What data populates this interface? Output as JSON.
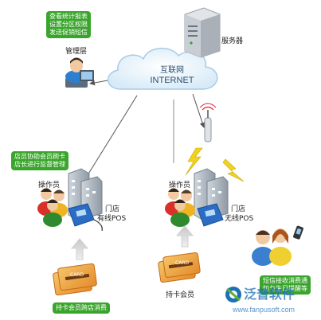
{
  "management": {
    "bubble_lines": [
      "查看统计报表",
      "设置分区权限",
      "发送促销短信"
    ],
    "label": "管理层"
  },
  "server": {
    "label": "服务器"
  },
  "internet": {
    "line1": "互联网",
    "line2": "INTERNET"
  },
  "store_left": {
    "bubble_lines": [
      "店员协助会员刷卡",
      "店长进行监督管理"
    ],
    "operator_label": "操作员",
    "store_label": "门店",
    "pos_label": "有线POS",
    "card_text": "CARD",
    "caption": "持卡会员跨店消费"
  },
  "store_right": {
    "operator_label": "操作员",
    "store_label": "门店",
    "pos_label": "无线POS",
    "card_text": "CARD",
    "member_label": "持卡会员"
  },
  "sms": {
    "bubble_lines": [
      "短信接收消费通",
      "知与生日提醒等"
    ]
  },
  "watermark": {
    "brand": "泛普软件",
    "url": "www.fanpusoft.com"
  }
}
